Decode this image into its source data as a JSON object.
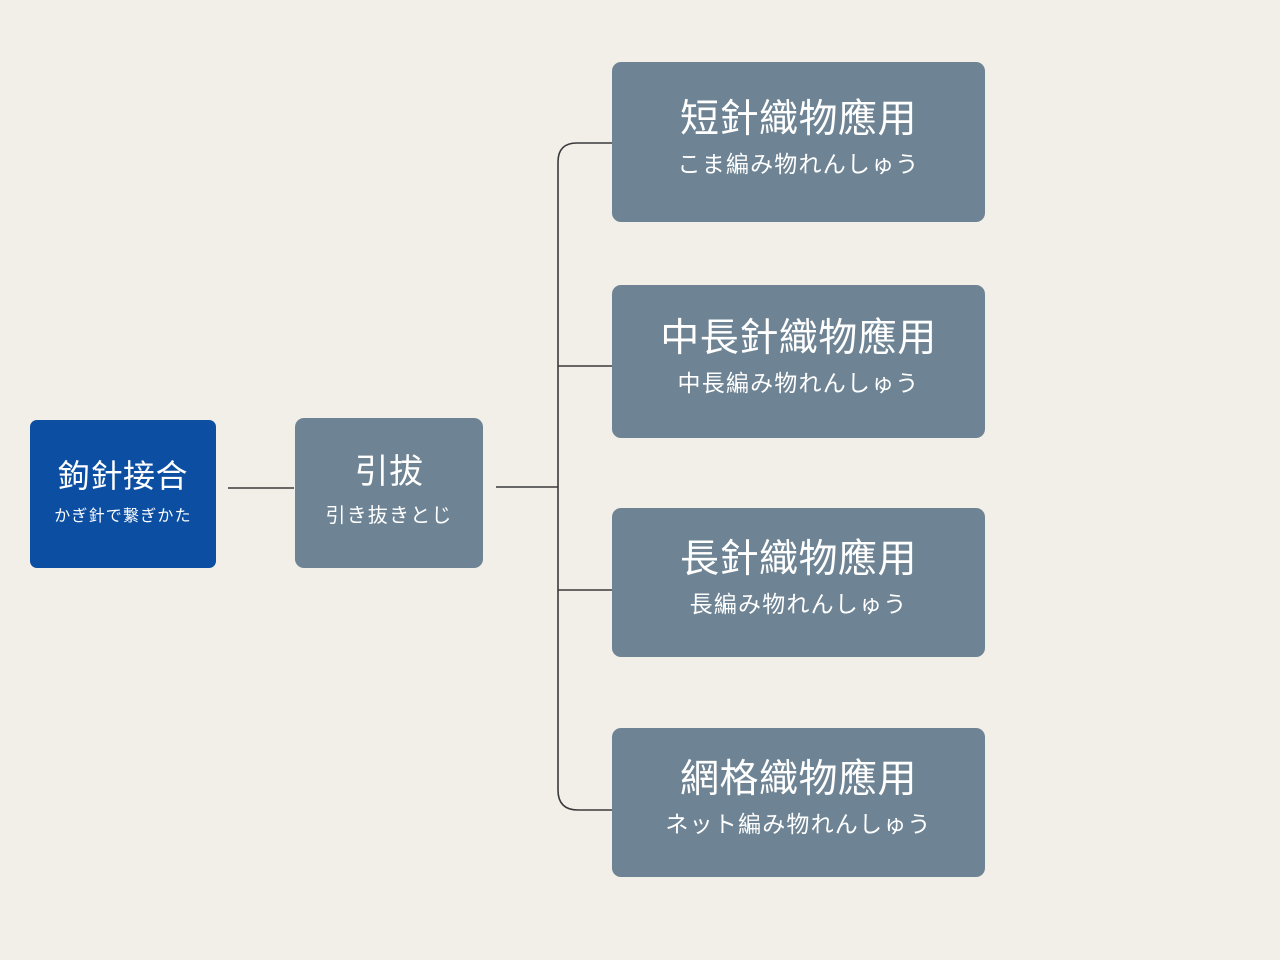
{
  "diagram": {
    "type": "horizontal-tree-mindmap",
    "background_color": "#f2efe9",
    "connector_color": "#3a3a3a",
    "root": {
      "title": "鉤針接合",
      "subtitle": "かぎ針で繋ぎかた",
      "color": "#0b4ea2",
      "text_color": "#ffffff"
    },
    "branch": {
      "title": "引拔",
      "subtitle": "引き抜きとじ",
      "color": "#6e8494",
      "text_color": "#ffffff"
    },
    "leaves": [
      {
        "title": "短針織物應用",
        "subtitle": "こま編み物れんしゅう",
        "color": "#6e8494",
        "text_color": "#ffffff"
      },
      {
        "title": "中長針織物應用",
        "subtitle": "中長編み物れんしゅう",
        "color": "#6e8494",
        "text_color": "#ffffff"
      },
      {
        "title": "長針織物應用",
        "subtitle": "長編み物れんしゅう",
        "color": "#6e8494",
        "text_color": "#ffffff"
      },
      {
        "title": "網格織物應用",
        "subtitle": "ネット編み物れんしゅう",
        "color": "#6e8494",
        "text_color": "#ffffff"
      }
    ]
  }
}
